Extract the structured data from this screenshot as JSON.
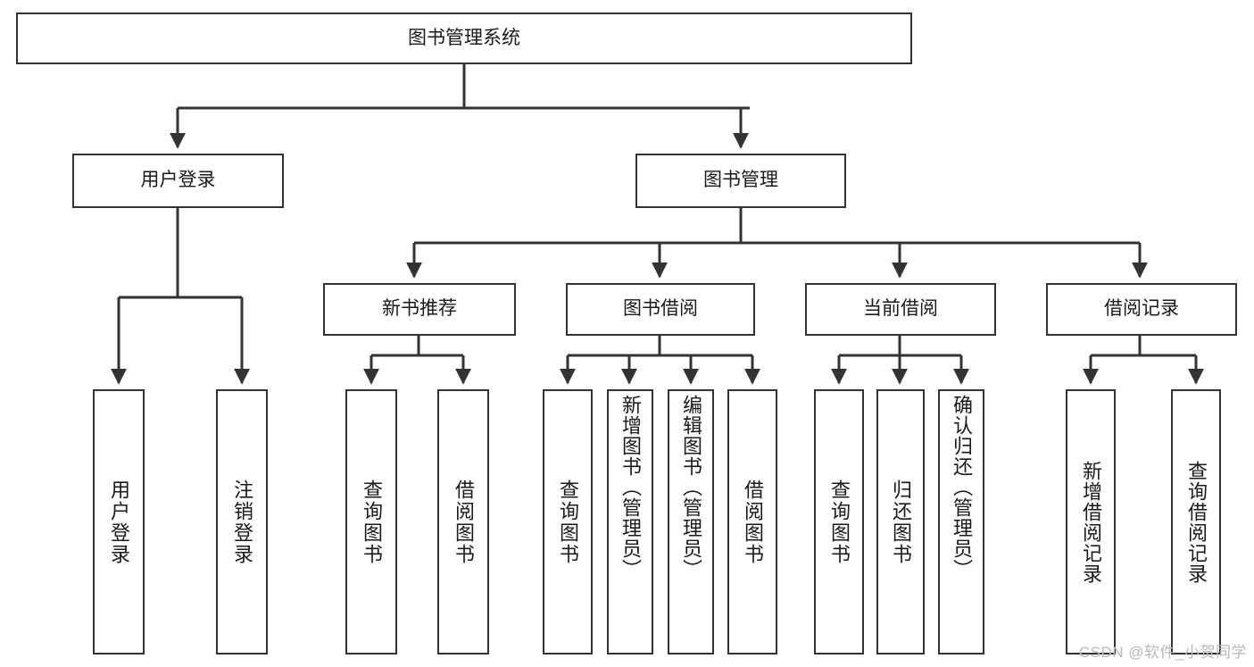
{
  "diagram": {
    "title": "图书管理系统",
    "watermark": "CSDN @软件_小贺同学",
    "colors": {
      "box_border": "#333333",
      "box_fill": "#ffffff",
      "edge": "#333333",
      "text": "#1a1a1a",
      "watermark": "#b9b9b9",
      "background": "#ffffff"
    },
    "levels": {
      "root": {
        "label": "图书管理系统"
      },
      "level2": [
        {
          "label": "用户登录"
        },
        {
          "label": "图书管理"
        }
      ],
      "level3": [
        {
          "label": "新书推荐"
        },
        {
          "label": "图书借阅"
        },
        {
          "label": "当前借阅"
        },
        {
          "label": "借阅记录"
        }
      ],
      "leaves_user_login": [
        {
          "label": "用户登录"
        },
        {
          "label": "注销登录"
        }
      ],
      "leaves_new_book": [
        {
          "label": "查询图书"
        },
        {
          "label": "借阅图书"
        }
      ],
      "leaves_borrow": [
        {
          "label": "查询图书"
        },
        {
          "label": "新增图书（管理员）"
        },
        {
          "label": "编辑图书（管理员）"
        },
        {
          "label": "借阅图书"
        }
      ],
      "leaves_current": [
        {
          "label": "查询图书"
        },
        {
          "label": "归还图书"
        },
        {
          "label": "确认归还（管理员）"
        }
      ],
      "leaves_records": [
        {
          "label": "新增借阅记录"
        },
        {
          "label": "查询借阅记录"
        }
      ]
    }
  }
}
